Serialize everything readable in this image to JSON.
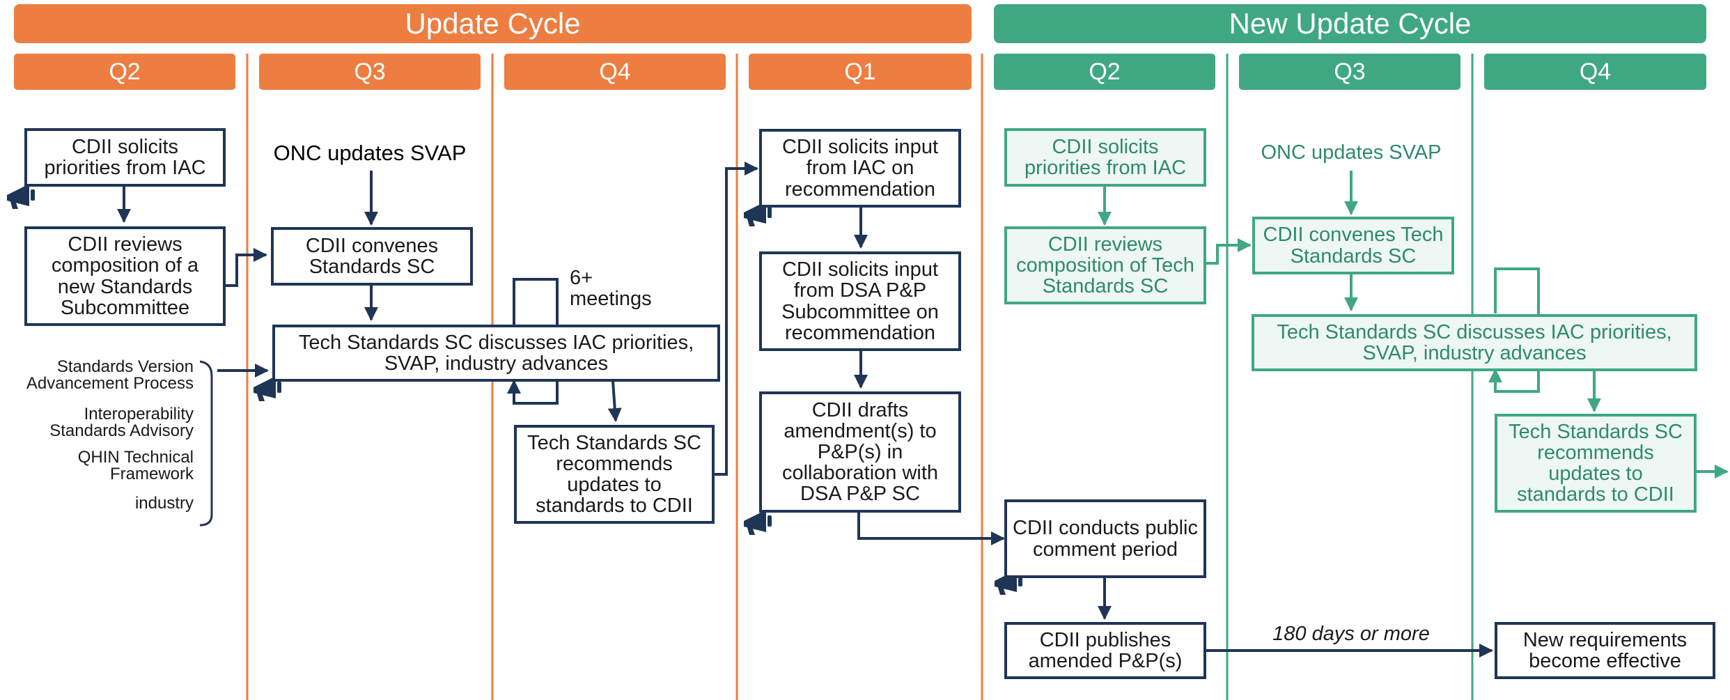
{
  "banners": {
    "update_cycle": "Update Cycle",
    "new_update_cycle": "New Update Cycle"
  },
  "quarters": [
    "Q2",
    "Q3",
    "Q4",
    "Q1",
    "Q2",
    "Q3",
    "Q4"
  ],
  "cycle1": {
    "solicit_priorities": "CDII solicits priorities from IAC",
    "reviews_composition": "CDII reviews composition of a new Standards Subcommittee",
    "onc_updates": "ONC updates SVAP",
    "convenes": "CDII convenes Standards SC",
    "discusses": "Tech Standards SC discusses IAC priorities, SVAP, industry advances",
    "meetings": "6+ meetings",
    "recommends": "Tech Standards SC recommends updates to standards to CDII",
    "solicit_input_iac": "CDII solicits input from IAC on recommendation",
    "solicit_input_dsa": "CDII solicits input from DSA P&P Subcommittee on recommendation",
    "drafts": "CDII drafts amendment(s) to P&P(s) in collaboration with DSA P&P SC",
    "public_comment": "CDII conducts public comment period",
    "publishes": "CDII publishes amended P&P(s)",
    "days": "180 days or more",
    "effective": "New requirements become effective"
  },
  "sources": [
    "Standards Version Advancement Process",
    "Interoperability Standards Advisory",
    "QHIN Technical Framework",
    "industry"
  ],
  "cycle2": {
    "solicit_priorities": "CDII solicits priorities from IAC",
    "reviews_composition": "CDII reviews composition of Tech Standards SC",
    "onc_updates": "ONC updates SVAP",
    "convenes": "CDII convenes Tech Standards SC",
    "discusses": "Tech Standards SC discusses IAC priorities, SVAP, industry advances",
    "recommends": "Tech Standards SC recommends updates to standards to CDII"
  },
  "colors": {
    "orange": "#ed7d40",
    "green": "#3fa882",
    "navy": "#1f3556"
  },
  "icons": [
    "megaphone-icon"
  ]
}
